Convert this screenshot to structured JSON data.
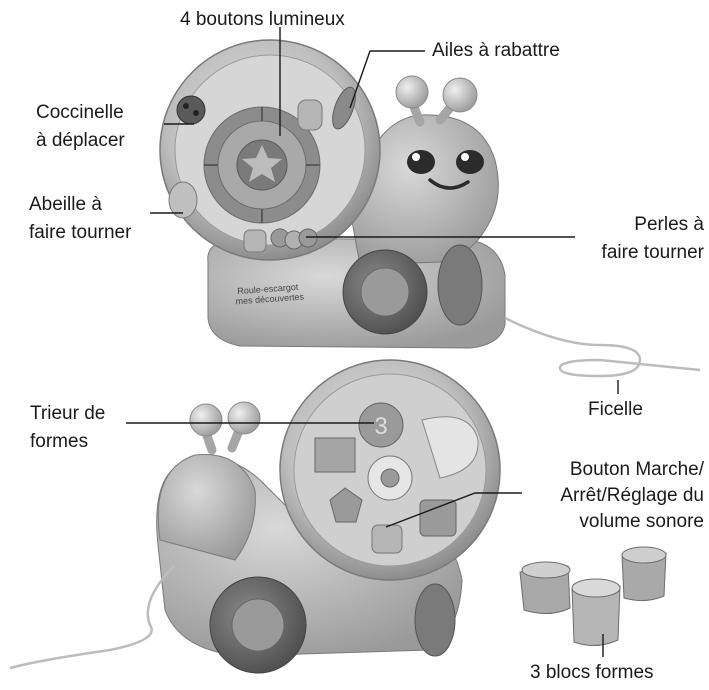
{
  "labels": {
    "boutons": "4 boutons lumineux",
    "ailes": "Ailes à rabattre",
    "coccinelle_1": "Coccinelle",
    "coccinelle_2": "à déplacer",
    "abeille_1": "Abeille à",
    "abeille_2": "faire tourner",
    "perles_1": "Perles à",
    "perles_2": "faire tourner",
    "ficelle": "Ficelle",
    "trieur_1": "Trieur de",
    "trieur_2": "formes",
    "bouton_1": "Bouton Marche/",
    "bouton_2": "Arrêt/Réglage du",
    "bouton_3": "volume sonore",
    "blocs": "3 blocs formes"
  },
  "product_text": {
    "line1": "Roule-escargot",
    "line2": "mes découvertes"
  },
  "colors": {
    "ink": "#1a1a1a",
    "toy_light": "#d4d4d4",
    "toy_mid": "#a9a9a9",
    "toy_dark": "#6e6e6e",
    "string": "#bcbcbc"
  }
}
